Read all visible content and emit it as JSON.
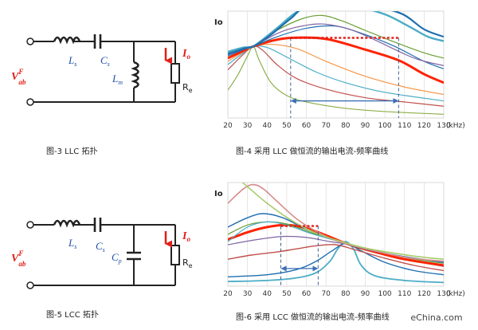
{
  "circuits": [
    {
      "caption": "图-3    LLC 拓扑",
      "labels": {
        "vab": "V",
        "vab_sup": "F",
        "vab_sub": "ab",
        "ls": "L",
        "ls_sub": "s",
        "cs": "C",
        "cs_sub": "s",
        "shunt": "L",
        "shunt_sub": "m",
        "io": "I",
        "io_sub": "o",
        "re": "R",
        "re_sub": "e"
      }
    },
    {
      "caption": "图-5    LCC 拓扑",
      "labels": {
        "vab": "V",
        "vab_sup": "F",
        "vab_sub": "ab",
        "ls": "L",
        "ls_sub": "s",
        "cs": "C",
        "cs_sub": "s",
        "shunt": "C",
        "shunt_sub": "p",
        "io": "I",
        "io_sub": "o",
        "re": "R",
        "re_sub": "e"
      }
    }
  ],
  "chart_data": [
    {
      "type": "line",
      "caption": "图-4    采用 LLC 做恒流的输出电流-频率曲线",
      "ylabel": "Io",
      "x_unit": "(kHz)",
      "x_ticks": [
        "20",
        "30",
        "40",
        "50",
        "60",
        "70",
        "80",
        "90",
        "100",
        "110",
        "120",
        "130"
      ],
      "xlim": [
        20,
        130
      ],
      "ylim": [
        0,
        10
      ],
      "dotted_level": {
        "x_start": 52,
        "x_end": 107,
        "y": 7.5
      },
      "range_arrow": {
        "x_start": 52,
        "x_end": 107,
        "y": 1.6
      },
      "series": [
        {
          "color": "#8db04a",
          "width": 1.2,
          "values": [
            [
              20,
              2.6
            ],
            [
              25,
              4.0
            ],
            [
              30,
              5.8
            ],
            [
              33,
              6.7
            ],
            [
              36,
              5.4
            ],
            [
              42,
              3.3
            ],
            [
              50,
              2.1
            ],
            [
              60,
              1.5
            ],
            [
              80,
              0.9
            ],
            [
              100,
              0.6
            ],
            [
              130,
              0.35
            ]
          ]
        },
        {
          "color": "#c0504d",
          "width": 1.2,
          "values": [
            [
              20,
              4.5
            ],
            [
              27,
              5.8
            ],
            [
              33,
              6.7
            ],
            [
              38,
              6.3
            ],
            [
              45,
              5.0
            ],
            [
              55,
              3.7
            ],
            [
              70,
              2.7
            ],
            [
              90,
              1.9
            ],
            [
              110,
              1.5
            ],
            [
              130,
              1.1
            ]
          ]
        },
        {
          "color": "#4bacc6",
          "width": 1.2,
          "values": [
            [
              20,
              5.0
            ],
            [
              28,
              6.1
            ],
            [
              33,
              6.7
            ],
            [
              40,
              6.6
            ],
            [
              50,
              5.7
            ],
            [
              65,
              4.3
            ],
            [
              80,
              3.3
            ],
            [
              100,
              2.4
            ],
            [
              130,
              1.6
            ]
          ]
        },
        {
          "color": "#f79646",
          "width": 1.2,
          "values": [
            [
              20,
              5.3
            ],
            [
              28,
              6.2
            ],
            [
              33,
              6.7
            ],
            [
              42,
              6.9
            ],
            [
              55,
              6.5
            ],
            [
              70,
              5.3
            ],
            [
              90,
              3.9
            ],
            [
              110,
              2.9
            ],
            [
              130,
              2.2
            ]
          ]
        },
        {
          "color": "#ff2200",
          "width": 3.0,
          "values": [
            [
              20,
              5.6
            ],
            [
              28,
              6.3
            ],
            [
              33,
              6.7
            ],
            [
              42,
              7.2
            ],
            [
              52,
              7.5
            ],
            [
              70,
              7.4
            ],
            [
              90,
              6.4
            ],
            [
              107,
              5.4
            ],
            [
              120,
              4.1
            ],
            [
              130,
              3.3
            ]
          ]
        },
        {
          "color": "#1f6fb0",
          "width": 1.2,
          "values": [
            [
              20,
              5.8
            ],
            [
              28,
              6.4
            ],
            [
              33,
              6.7
            ],
            [
              45,
              7.6
            ],
            [
              60,
              8.4
            ],
            [
              75,
              8.6
            ],
            [
              90,
              7.8
            ],
            [
              105,
              6.7
            ],
            [
              120,
              5.3
            ],
            [
              130,
              4.6
            ]
          ]
        },
        {
          "color": "#8064a2",
          "width": 1.2,
          "values": [
            [
              20,
              5.9
            ],
            [
              28,
              6.5
            ],
            [
              33,
              6.7
            ],
            [
              45,
              7.9
            ],
            [
              55,
              8.5
            ],
            [
              68,
              8.8
            ],
            [
              82,
              8.3
            ],
            [
              95,
              7.3
            ],
            [
              115,
              5.6
            ],
            [
              130,
              4.9
            ]
          ]
        },
        {
          "color": "#6a9e34",
          "width": 1.2,
          "values": [
            [
              20,
              6.1
            ],
            [
              28,
              6.5
            ],
            [
              33,
              6.7
            ],
            [
              45,
              8.2
            ],
            [
              58,
              9.3
            ],
            [
              68,
              9.6
            ],
            [
              78,
              9.1
            ],
            [
              90,
              8.2
            ],
            [
              105,
              7.1
            ],
            [
              120,
              6.1
            ],
            [
              130,
              5.6
            ]
          ]
        },
        {
          "color": "#4bacc6",
          "width": 2.4,
          "values": [
            [
              20,
              6.2
            ],
            [
              28,
              6.6
            ],
            [
              33,
              6.7
            ],
            [
              45,
              8.4
            ],
            [
              55,
              9.9
            ],
            [
              65,
              10.5
            ],
            [
              85,
              10.4
            ],
            [
              100,
              9.7
            ],
            [
              112,
              8.6
            ],
            [
              122,
              7.6
            ],
            [
              130,
              7.2
            ]
          ]
        },
        {
          "color": "#1f6fb0",
          "width": 2.2,
          "values": [
            [
              20,
              6.0
            ],
            [
              30,
              6.6
            ],
            [
              33,
              6.7
            ],
            [
              42,
              7.8
            ],
            [
              52,
              9.3
            ],
            [
              62,
              10.5
            ],
            [
              90,
              10.5
            ],
            [
              108,
              9.8
            ],
            [
              120,
              8.3
            ],
            [
              130,
              7.6
            ]
          ]
        }
      ]
    },
    {
      "type": "line",
      "caption": "图-6    采用 LCC 做恒流的输出电流-频率曲线",
      "ylabel": "Io",
      "x_unit": "(kHz)",
      "x_ticks": [
        "20",
        "30",
        "40",
        "50",
        "60",
        "70",
        "80",
        "90",
        "100",
        "110",
        "120",
        "130"
      ],
      "xlim": [
        20,
        130
      ],
      "ylim": [
        0,
        10
      ],
      "dotted_level": {
        "x_start": 47,
        "x_end": 66,
        "y": 5.8
      },
      "range_arrow": {
        "x_start": 47,
        "x_end": 66,
        "y": 1.7
      },
      "series": [
        {
          "color": "#4bacc6",
          "width": 1.8,
          "values": [
            [
              20,
              0.45
            ],
            [
              40,
              0.55
            ],
            [
              55,
              0.8
            ],
            [
              65,
              1.3
            ],
            [
              72,
              2.4
            ],
            [
              76,
              3.6
            ],
            [
              80,
              4.3
            ],
            [
              84,
              3.6
            ],
            [
              88,
              2.0
            ],
            [
              95,
              1.0
            ],
            [
              110,
              0.55
            ],
            [
              130,
              0.35
            ]
          ]
        },
        {
          "color": "#1f6fb0",
          "width": 1.4,
          "values": [
            [
              20,
              0.9
            ],
            [
              40,
              1.1
            ],
            [
              55,
              1.6
            ],
            [
              65,
              2.4
            ],
            [
              73,
              3.4
            ],
            [
              80,
              4.1
            ],
            [
              88,
              3.4
            ],
            [
              100,
              2.3
            ],
            [
              115,
              1.5
            ],
            [
              130,
              1.1
            ]
          ]
        },
        {
          "color": "#c0504d",
          "width": 1.4,
          "values": [
            [
              20,
              2.6
            ],
            [
              32,
              3.0
            ],
            [
              45,
              3.3
            ],
            [
              55,
              3.6
            ],
            [
              65,
              3.9
            ],
            [
              75,
              4.0
            ],
            [
              85,
              3.5
            ],
            [
              100,
              2.7
            ],
            [
              115,
              2.0
            ],
            [
              130,
              1.5
            ]
          ]
        },
        {
          "color": "#8064a2",
          "width": 1.2,
          "values": [
            [
              20,
              4.0
            ],
            [
              35,
              4.5
            ],
            [
              48,
              4.8
            ],
            [
              60,
              4.7
            ],
            [
              72,
              4.3
            ],
            [
              82,
              4.0
            ],
            [
              95,
              3.3
            ],
            [
              110,
              2.6
            ],
            [
              130,
              1.9
            ]
          ]
        },
        {
          "color": "#ff2200",
          "width": 3.0,
          "values": [
            [
              20,
              4.5
            ],
            [
              30,
              5.2
            ],
            [
              40,
              5.7
            ],
            [
              50,
              5.9
            ],
            [
              60,
              5.6
            ],
            [
              70,
              4.9
            ],
            [
              82,
              4.0
            ],
            [
              95,
              3.3
            ],
            [
              110,
              2.6
            ],
            [
              130,
              2.0
            ]
          ]
        },
        {
          "color": "#6a9e34",
          "width": 1.2,
          "values": [
            [
              20,
              5.0
            ],
            [
              30,
              5.9
            ],
            [
              40,
              6.2
            ],
            [
              50,
              6.0
            ],
            [
              62,
              5.2
            ],
            [
              75,
              4.4
            ],
            [
              85,
              3.9
            ],
            [
              100,
              3.2
            ],
            [
              115,
              2.6
            ],
            [
              130,
              2.2
            ]
          ]
        },
        {
          "color": "#4bacc6",
          "width": 1.2,
          "values": [
            [
              20,
              4.3
            ],
            [
              30,
              5.7
            ],
            [
              40,
              6.2
            ],
            [
              50,
              5.9
            ],
            [
              62,
              5.1
            ],
            [
              75,
              4.4
            ],
            [
              88,
              3.7
            ],
            [
              105,
              3.0
            ],
            [
              130,
              2.3
            ]
          ]
        },
        {
          "color": "#1f6fb0",
          "width": 1.4,
          "values": [
            [
              20,
              5.7
            ],
            [
              30,
              6.6
            ],
            [
              38,
              7.0
            ],
            [
              48,
              6.6
            ],
            [
              60,
              5.5
            ],
            [
              72,
              4.6
            ],
            [
              85,
              3.8
            ],
            [
              105,
              3.0
            ],
            [
              130,
              2.3
            ]
          ]
        },
        {
          "color": "#d98c8c",
          "width": 1.6,
          "values": [
            [
              20,
              8.0
            ],
            [
              28,
              9.4
            ],
            [
              33,
              9.8
            ],
            [
              38,
              9.4
            ],
            [
              45,
              8.2
            ],
            [
              55,
              6.5
            ],
            [
              65,
              5.3
            ],
            [
              75,
              4.4
            ],
            [
              88,
              3.7
            ],
            [
              110,
              2.8
            ],
            [
              130,
              2.4
            ]
          ]
        },
        {
          "color": "#a9cc6a",
          "width": 1.6,
          "values": [
            [
              20,
              10.5
            ],
            [
              24,
              10.5
            ],
            [
              30,
              9.6
            ],
            [
              40,
              8.0
            ],
            [
              52,
              6.4
            ],
            [
              65,
              5.1
            ],
            [
              78,
              4.3
            ],
            [
              92,
              3.6
            ],
            [
              115,
              2.9
            ],
            [
              130,
              2.6
            ]
          ]
        }
      ]
    }
  ],
  "watermark": "eChina.com"
}
